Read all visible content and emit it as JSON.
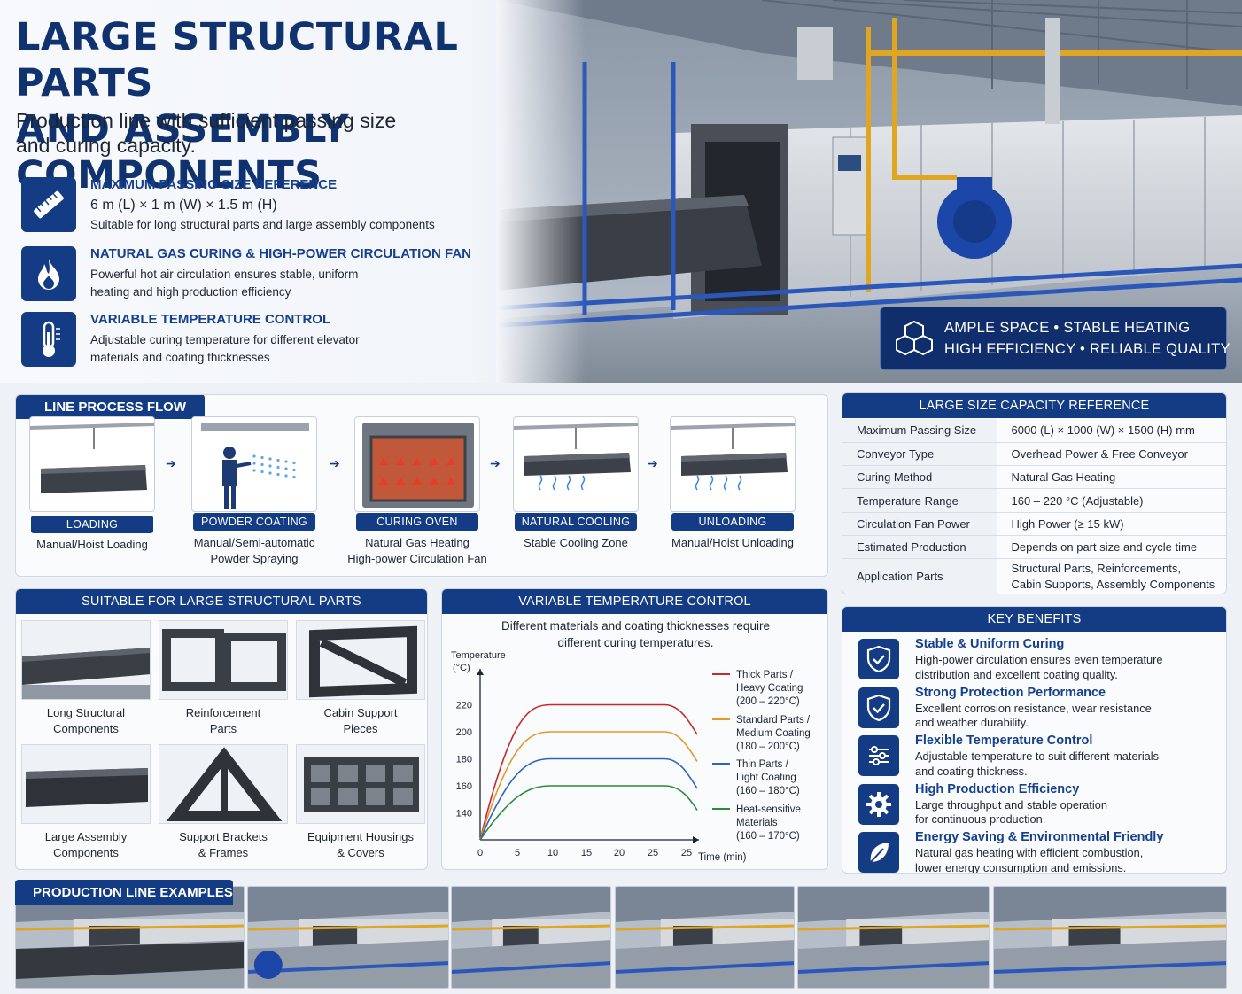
{
  "hero": {
    "title_line1": "LARGE STRUCTURAL PARTS",
    "title_line2": "AND ASSEMBLY COMPONENTS",
    "subtitle_line1": "Production line with sufficient passing size",
    "subtitle_line2": "and curing capacity.",
    "features": [
      {
        "icon": "ruler-icon",
        "heading": "MAXIMUM PASSING SIZE REFERENCE",
        "line1": "6 m (L) × 1 m (W) × 1.5 m (H)",
        "line2": "Suitable for long structural parts and large assembly components"
      },
      {
        "icon": "flame-icon",
        "heading": "NATURAL GAS CURING & HIGH-POWER CIRCULATION FAN",
        "line1": "Powerful hot air circulation ensures stable, uniform",
        "line2": "heating and high production efficiency"
      },
      {
        "icon": "thermometer-icon",
        "heading": "VARIABLE TEMPERATURE CONTROL",
        "line1": "Adjustable curing temperature for different elevator",
        "line2": "materials and coating thicknesses"
      }
    ],
    "banner": {
      "icon": "cubes-icon",
      "line1": "AMPLE SPACE • STABLE HEATING",
      "line2": "HIGH EFFICIENCY • RELIABLE QUALITY"
    }
  },
  "process": {
    "title": "LINE PROCESS FLOW",
    "steps": [
      {
        "label": "LOADING",
        "desc1": "Manual/Hoist Loading",
        "desc2": ""
      },
      {
        "label": "POWDER COATING",
        "desc1": "Manual/Semi-automatic",
        "desc2": "Powder Spraying"
      },
      {
        "label": "CURING OVEN",
        "desc1": "Natural Gas Heating",
        "desc2": "High-power Circulation Fan"
      },
      {
        "label": "NATURAL COOLING",
        "desc1": "Stable Cooling Zone",
        "desc2": ""
      },
      {
        "label": "UNLOADING",
        "desc1": "Manual/Hoist Unloading",
        "desc2": ""
      }
    ]
  },
  "capacity": {
    "title": "LARGE SIZE CAPACITY REFERENCE",
    "rows": [
      {
        "k": "Maximum Passing Size",
        "v1": "6000 (L) × 1000 (W) × 1500 (H) mm",
        "v2": ""
      },
      {
        "k": "Conveyor Type",
        "v1": "Overhead Power & Free Conveyor",
        "v2": ""
      },
      {
        "k": "Curing Method",
        "v1": "Natural Gas Heating",
        "v2": ""
      },
      {
        "k": "Temperature Range",
        "v1": "160 – 220 °C (Adjustable)",
        "v2": ""
      },
      {
        "k": "Circulation Fan Power",
        "v1": "High Power (≥ 15 kW)",
        "v2": ""
      },
      {
        "k": "Estimated Production",
        "v1": "Depends on part size and cycle time",
        "v2": ""
      },
      {
        "k": "Application Parts",
        "v1": "Structural Parts, Reinforcements,",
        "v2": "Cabin Supports, Assembly Components"
      }
    ]
  },
  "parts": {
    "title": "SUITABLE FOR LARGE STRUCTURAL PARTS",
    "items": [
      {
        "l1": "Long Structural",
        "l2": "Components"
      },
      {
        "l1": "Reinforcement",
        "l2": "Parts"
      },
      {
        "l1": "Cabin Support",
        "l2": "Pieces"
      },
      {
        "l1": "Large Assembly",
        "l2": "Components"
      },
      {
        "l1": "Support Brackets",
        "l2": "& Frames"
      },
      {
        "l1": "Equipment Housings",
        "l2": "& Covers"
      }
    ]
  },
  "temperature": {
    "title": "VARIABLE TEMPERATURE CONTROL",
    "intro1": "Different materials and coating thicknesses require",
    "intro2": "different curing temperatures."
  },
  "chart_data": {
    "type": "line",
    "title": "",
    "xlabel": "Time (min)",
    "ylabel_line1": "Temperature",
    "ylabel_line2": "(°C)",
    "x_ticks": [
      "0",
      "5",
      "10",
      "15",
      "20",
      "25",
      "25"
    ],
    "y_ticks": [
      "140",
      "160",
      "180",
      "200",
      "220"
    ],
    "ylim": [
      120,
      240
    ],
    "series": [
      {
        "name_l1": "Thick Parts /",
        "name_l2": "Heavy Coating",
        "name_l3": "(200 – 220°C)",
        "color": "#c8282e",
        "plateau": 220,
        "end": 198
      },
      {
        "name_l1": "Standard Parts /",
        "name_l2": "Medium Coating",
        "name_l3": "(180 – 200°C)",
        "color": "#e8962a",
        "plateau": 200,
        "end": 178
      },
      {
        "name_l1": "Thin Parts /",
        "name_l2": "Light Coating",
        "name_l3": "(160 – 180°C)",
        "color": "#2f63c4",
        "plateau": 180,
        "end": 158
      },
      {
        "name_l1": "Heat-sensitive",
        "name_l2": "Materials",
        "name_l3": "(160 – 170°C)",
        "color": "#2a8a3e",
        "plateau": 160,
        "end": 142
      }
    ]
  },
  "benefits": {
    "title": "KEY BENEFITS",
    "items": [
      {
        "icon": "shield-check-icon",
        "h": "Stable & Uniform Curing",
        "p1": "High-power circulation ensures even temperature",
        "p2": "distribution and excellent coating quality."
      },
      {
        "icon": "shield-check-icon",
        "h": "Strong Protection Performance",
        "p1": "Excellent corrosion resistance, wear resistance",
        "p2": "and weather durability."
      },
      {
        "icon": "sliders-icon",
        "h": "Flexible Temperature Control",
        "p1": "Adjustable temperature to suit different materials",
        "p2": "and coating thickness."
      },
      {
        "icon": "gear-icon",
        "h": "High Production Efficiency",
        "p1": "Large throughput and stable operation",
        "p2": "for continuous production."
      },
      {
        "icon": "leaf-icon",
        "h": "Energy Saving & Environmental Friendly",
        "p1": "Natural gas heating with efficient combustion,",
        "p2": "lower energy consumption and emissions."
      }
    ]
  },
  "examples": {
    "title": "PRODUCTION LINE EXAMPLES"
  }
}
